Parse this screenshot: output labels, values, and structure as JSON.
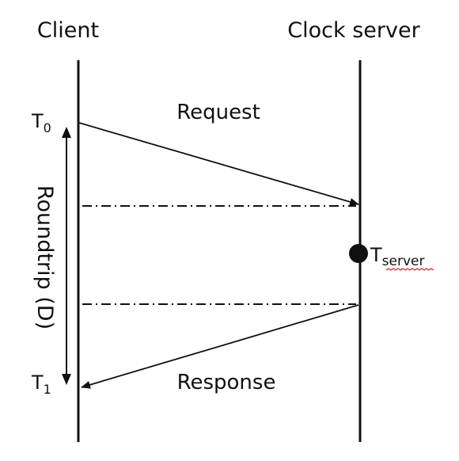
{
  "participants": {
    "client": "Client",
    "server": "Clock server"
  },
  "messages": {
    "request": "Request",
    "response": "Response"
  },
  "times": {
    "t0": {
      "base": "T",
      "sub": "0"
    },
    "t1": {
      "base": "T",
      "sub": "1"
    },
    "tserver": {
      "base": "T",
      "sub": "server"
    }
  },
  "interval_label": "Roundtrip (D)"
}
